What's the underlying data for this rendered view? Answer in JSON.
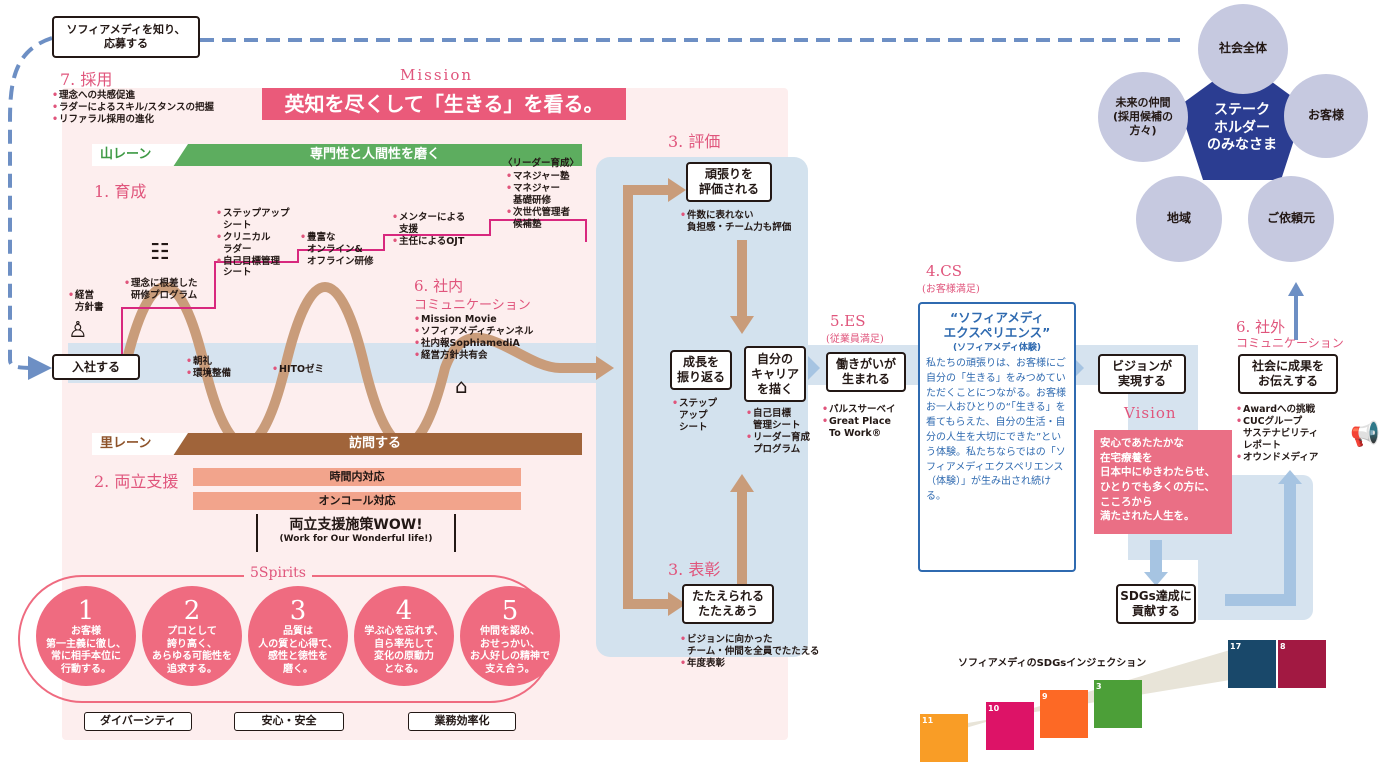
{
  "join_box": "ソフィアメディを知り、\n応募する",
  "mission": {
    "label": "Mission",
    "text": "英知を尽くして「生きる」を看る。"
  },
  "recruit": {
    "title": "7. 採用",
    "items": [
      "理念への共感促進",
      "ラダーによるスキル/スタンスの把握",
      "リファラル採用の進化"
    ]
  },
  "yama": {
    "tag": "山レーン",
    "text": "専門性と人間性を磨く"
  },
  "ikusei": {
    "title": "1. 育成",
    "steps": [
      {
        "items": [
          "経営\n方針書"
        ]
      },
      {
        "items": [
          "理念に根差した\n研修プログラム"
        ]
      },
      {
        "items": [
          "ステップアップ\nシート",
          "クリニカル\nラダー",
          "自己目標管理\nシート"
        ]
      },
      {
        "items": [
          "豊富な\nオンライン&\nオフライン研修"
        ]
      },
      {
        "items": [
          "メンターによる\n支援",
          "主任によるOJT"
        ]
      },
      {
        "items": [
          "マネジャー塾",
          "マネジャー\n基礎研修",
          "次世代管理者\n候補塾"
        ],
        "head": "〈リーダー育成〉"
      }
    ]
  },
  "nyusha": "入社する",
  "wave_items": {
    "a": [
      "朝礼",
      "環境整備"
    ],
    "b": [
      "HITOゼミ"
    ]
  },
  "shanai": {
    "title": "6. 社内",
    "sub": "コミュニケーション",
    "items": [
      "Mission Movie",
      "ソフィアメディチャンネル",
      "社内報SophiamediA",
      "経営方針共有会"
    ]
  },
  "sato": {
    "tag": "里レーン",
    "text": "訪問する"
  },
  "ryoritsu": {
    "title": "2. 両立支援",
    "bars": [
      "時間内対応",
      "オンコール対応"
    ],
    "wow": "両立支援施策WOW!",
    "wow_sub": "(Work for Our Wonderful life!)"
  },
  "spirits": {
    "title": "5Spirits",
    "items": [
      {
        "num": "1",
        "text": "お客様\n第一主義に徹し、\n常に相手本位に\n行動する。"
      },
      {
        "num": "2",
        "text": "プロとして\n誇り高く、\nあらゆる可能性を\n追求する。"
      },
      {
        "num": "3",
        "text": "品質は\n人の質と心得て、\n感性と徳性を\n磨く。"
      },
      {
        "num": "4",
        "text": "学ぶ心を忘れず、\n自ら率先して\n変化の原動力\nとなる。"
      },
      {
        "num": "5",
        "text": "仲間を認め、\nおせっかい、\nお人好しの精神で\n支え合う。"
      }
    ]
  },
  "foot": [
    "ダイバーシティ",
    "安心・安全",
    "業務効率化"
  ],
  "hyoka": {
    "title": "3. 評価",
    "box": "頑張りを\n評価される",
    "items": [
      "件数に表れない\n負担感・チーム力も評価"
    ]
  },
  "seicho": {
    "box": "成長を\n振り返る",
    "items": [
      "ステップ\nアップ\nシート"
    ]
  },
  "career": {
    "box": "自分の\nキャリア\nを描く",
    "items": [
      "自己目標\n管理シート",
      "リーダー育成\nプログラム"
    ]
  },
  "hyosho": {
    "title": "3. 表彰",
    "box": "たたえられる\nたたえあう",
    "items": [
      "ビジョンに向かった\nチーム・仲間を全員でたたえる",
      "年度表彰"
    ]
  },
  "es": {
    "title": "5.ES",
    "sub": "(従業員満足)",
    "box": "働きがいが\n生まれる",
    "items": [
      "パルスサーベイ",
      "Great Place\nTo Work®"
    ]
  },
  "cs": {
    "title": "4.CS",
    "sub": "(お客様満足)",
    "head": "“ソフィアメディ\nエクスペリエンス”",
    "head_sub": "(ソフィアメディ体験)",
    "body": "私たちの頑張りは、お客様にご自分の「生きる」をみつめていただくことにつながる。お客様お一人おひとりの“「生きる」を看てもらえた、自分の生活・自分の人生を大切にできた”という体験。私たちならではの「ソフィアメディエクスペリエンス（体験）」が生み出され続ける。"
  },
  "vision": {
    "box": "ビジョンが\n実現する",
    "label": "Vision",
    "text": "安心であたたかな\n在宅療養を\n日本中にゆきわたらせ、\nひとりでも多くの方に、\nこころから\n満たされた人生を。"
  },
  "sdgs_box": "SDGs達成に\n貢献する",
  "shagai": {
    "title": "6. 社外",
    "sub": "コミュニケーション",
    "box": "社会に成果を\nお伝えする",
    "items": [
      "Awardへの挑戦",
      "CUCグループ\nサステナビリティ\nレポート",
      "オウンドメディア"
    ]
  },
  "stakeholder": {
    "center": "ステーク\nホルダー\nのみなさま",
    "nodes": [
      "社会全体",
      "お客様",
      "ご依頼元",
      "地域",
      "未来の仲間\n(採用候補の\n方々)"
    ]
  },
  "sdg_title": "ソフィアメディのSDGsインジェクション",
  "sdg_goals": [
    {
      "num": "11",
      "color": "#f99d26"
    },
    {
      "num": "10",
      "color": "#dd1367"
    },
    {
      "num": "9",
      "color": "#fd6925"
    },
    {
      "num": "3",
      "color": "#4c9f38"
    },
    {
      "num": "17",
      "color": "#19486a"
    },
    {
      "num": "8",
      "color": "#a21942"
    }
  ]
}
